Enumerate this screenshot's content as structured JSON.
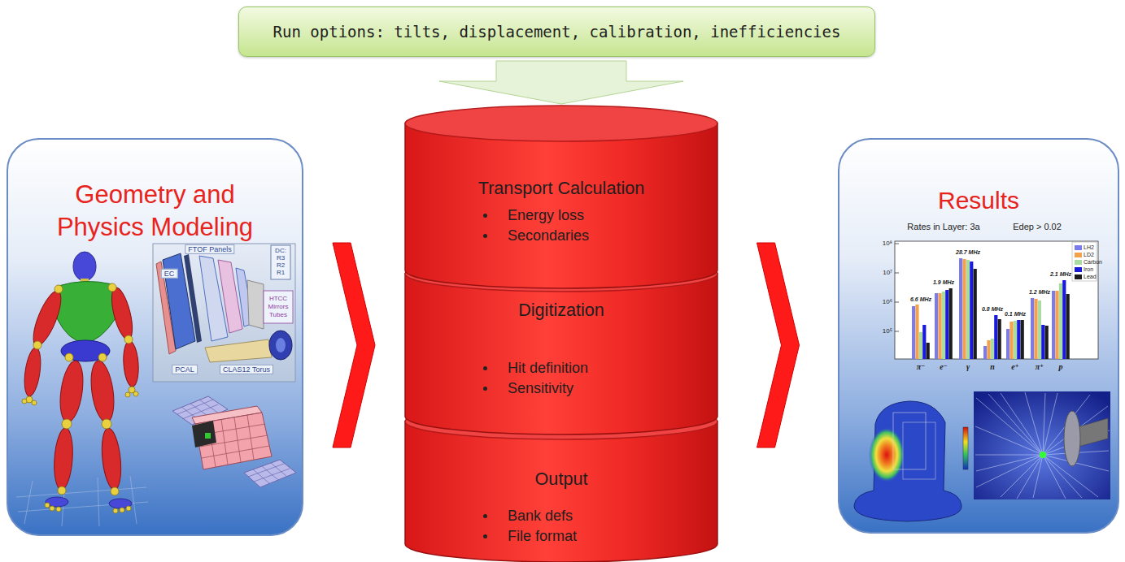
{
  "diagram": {
    "nodes": [
      {
        "text": [
          "Run options: tilts, displacement, calibration, inefficiencies"
        ]
      },
      {
        "text": [
          "Geometry and Physics Modeling"
        ]
      },
      {
        "text": [
          "Transport Calculation",
          "Energy loss",
          "Secondaries"
        ]
      },
      {
        "text": [
          "Digitization",
          "Hit definition",
          "Sensitivity"
        ]
      },
      {
        "text": [
          "Output",
          "Bank defs",
          "File format"
        ]
      },
      {
        "text": [
          "Results"
        ]
      }
    ],
    "edges": [
      {
        "from": 0,
        "to": 2,
        "arrow": "to"
      },
      {
        "from": 1,
        "to": 3,
        "arrow": "to"
      },
      {
        "from": 3,
        "to": 5,
        "arrow": "to"
      }
    ],
    "labels": [
      "FTOF Panels",
      "EC",
      "DC:",
      "R3",
      "R2",
      "R1",
      "HTCC Mirrors Tubes",
      "PCAL",
      "CLAS12 Torus",
      "Rates in Layer: 3a",
      "Edep > 0.02",
      "10⁸",
      "10⁷",
      "10⁶",
      "10⁵",
      "6.6 MHz",
      "1.9 MHz",
      "28.7 MHz",
      "0.8 MHz",
      "0.1 MHz",
      "1.2 MHz",
      "2.1 MHz",
      "π⁻",
      "e⁻",
      "γ",
      "n",
      "e⁺",
      "π⁺",
      "p"
    ],
    "legend": [
      {
        "text": "LH2",
        "color": "#7b7bf0"
      },
      {
        "text": "LD2",
        "color": "#f5a04a"
      },
      {
        "text": "Carbon",
        "color": "#a8dca0"
      },
      {
        "text": "Iron",
        "color": "#1a1adc"
      },
      {
        "text": "Lead",
        "color": "#1c1c1c"
      }
    ]
  }
}
